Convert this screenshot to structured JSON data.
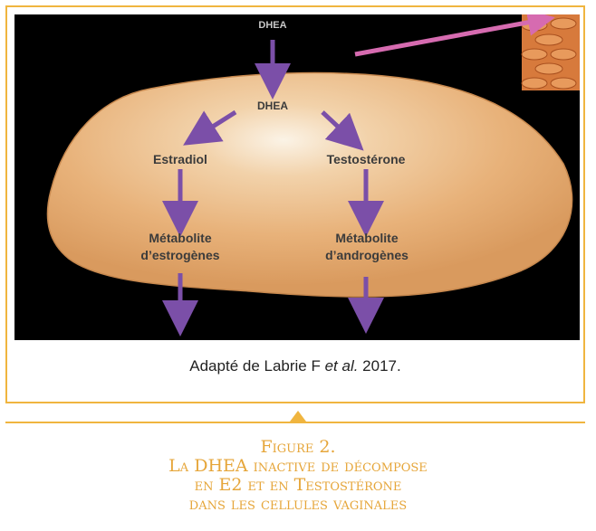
{
  "diagram": {
    "nodes": {
      "dhea_top": "DHEA",
      "dhea_inner": "DHEA",
      "estradiol": "Estradiol",
      "testosterone": "Testostérone",
      "metabolite_estrogen_1": "Métabolite",
      "metabolite_estrogen_2": "d’estrogènes",
      "metabolite_androgen_1": "Métabolite",
      "metabolite_androgen_2": "d’androgènes"
    },
    "colors": {
      "arrow": "#7b4fa8",
      "pink_arrow": "#d66bb0",
      "cell": "#e6b07a",
      "background": "#000000",
      "frame": "#f0b53f",
      "title": "#e6a63a"
    }
  },
  "caption": {
    "prefix": "Adapté de Labrie F ",
    "italic": "et al.",
    "suffix": " 2017."
  },
  "figure": {
    "label": "Figure 2.",
    "lines": [
      "La DHEA inactive de décompose",
      "en E2 et en Testostérone",
      "dans les cellules vaginales"
    ]
  }
}
